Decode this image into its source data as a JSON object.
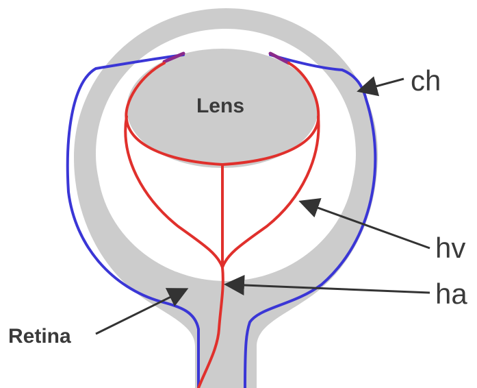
{
  "labels": {
    "lens": "Lens",
    "retina": "Retina",
    "ch": "ch",
    "hv": "hv",
    "ha": "ha"
  },
  "colors": {
    "tissue_gray": "#cccccc",
    "choroid_blue": "#3a36d6",
    "vessel_red": "#e0302c",
    "arrow_dark": "#333333",
    "text": "#3a3a3a"
  }
}
